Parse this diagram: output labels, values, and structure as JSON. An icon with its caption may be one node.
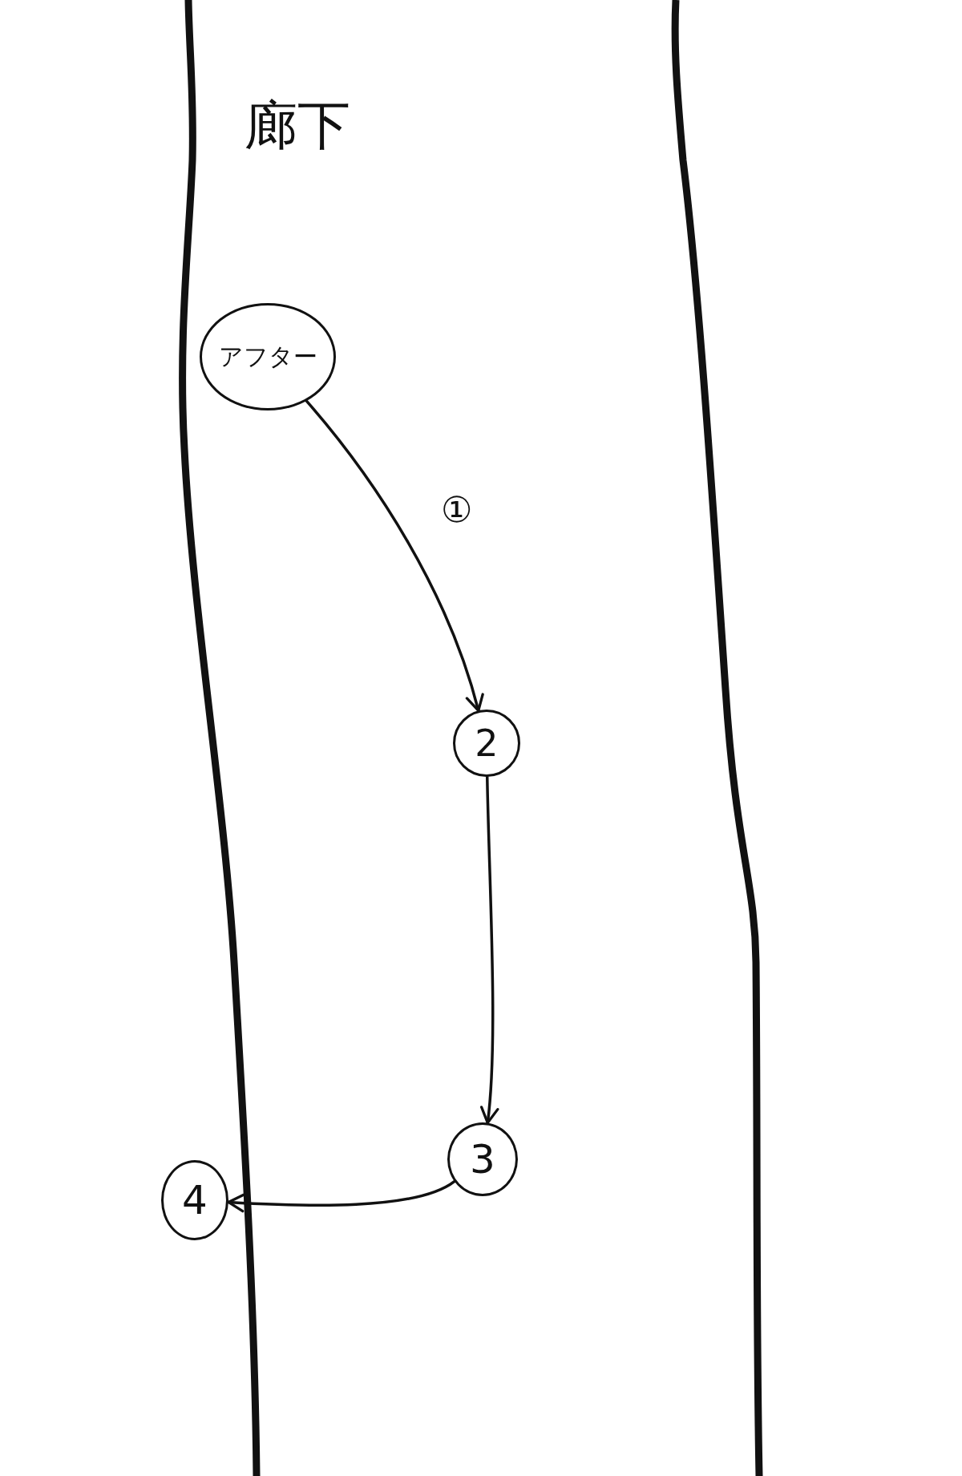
{
  "diagram": {
    "nodes": [
      {
        "text": [
          "アフター"
        ]
      },
      {
        "text": [
          "2"
        ]
      },
      {
        "text": [
          "3"
        ]
      },
      {
        "text": [
          "4"
        ]
      }
    ],
    "edges": [
      {
        "from": 0,
        "to": 1,
        "arrow": "to",
        "label": "①"
      },
      {
        "from": 1,
        "to": 2,
        "arrow": "to"
      },
      {
        "from": 2,
        "to": 3,
        "arrow": "to"
      }
    ],
    "labels": [
      "廊下"
    ]
  }
}
